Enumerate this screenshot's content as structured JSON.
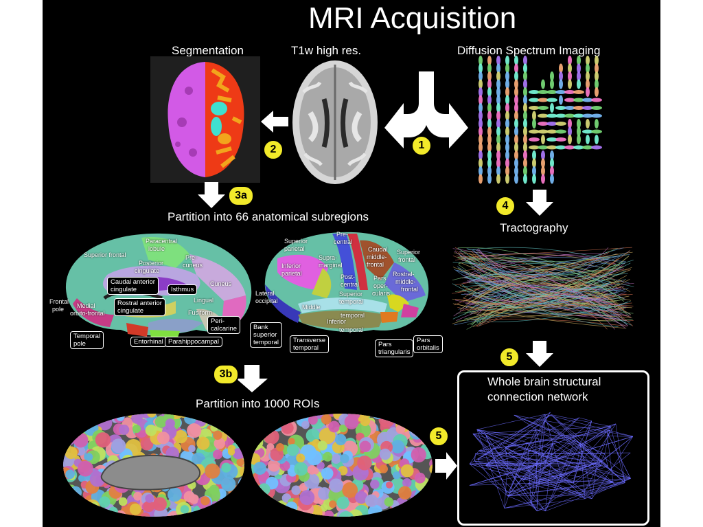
{
  "title": "MRI Acquisition",
  "stages": {
    "segmentation": "Segmentation",
    "t1w": "T1w high res.",
    "dsi": "Diffusion Spectrum Imaging",
    "partition66": "Partition into 66 anatomical subregions",
    "tractography": "Tractography",
    "partition1000": "Partition into 1000 ROIs",
    "network_line1": "Whole brain structural",
    "network_line2": "connection network"
  },
  "steps": {
    "s1": "1",
    "s2": "2",
    "s3a": "3a",
    "s3b": "3b",
    "s4": "4",
    "s5a": "5",
    "s5b": "5"
  },
  "medial_regions": {
    "superior_frontal": "Superior frontal",
    "paracentral_1": "Paracentral",
    "paracentral_2": "lobule",
    "precuneus_1": "Pre-",
    "precuneus_2": "cuneus",
    "posterior_cingulate_1": "Posterior",
    "posterior_cingulate_2": "cingulate",
    "caudal_anterior_cingulate_1": "Caudal anterior",
    "caudal_anterior_cingulate_2": "cingulate",
    "isthmus": "Isthmus",
    "cuneus": "Cuneus",
    "frontal_pole_1": "Frontal",
    "frontal_pole_2": "pole",
    "medial_orbitofrontal_1": "Medial",
    "medial_orbitofrontal_2": "orbito-frontal",
    "rostral_anterior_cingulate_1": "Rostral anterior",
    "rostral_anterior_cingulate_2": "cingulate",
    "lingual": "Lingual",
    "fusiform": "Fusiform",
    "pericalcarine_1": "Peri-",
    "pericalcarine_2": "calcarine",
    "temporal_pole_1": "Temporal",
    "temporal_pole_2": "pole",
    "entorhinal": "Entorhinal",
    "parahippocampal": "Parahippocampal"
  },
  "lateral_regions": {
    "superior_parietal_1": "Superior",
    "superior_parietal_2": "parietal",
    "precentral_1": "Pre-",
    "precentral_2": "central",
    "caudal_middle_frontal_1": "Caudal",
    "caudal_middle_frontal_2": "middle-",
    "caudal_middle_frontal_3": "frontal",
    "superior_frontal_1": "Superior",
    "superior_frontal_2": "frontal",
    "inferior_parietal_1": "Inferior",
    "inferior_parietal_2": "parietal",
    "supramarginal_1": "Supra-",
    "supramarginal_2": "marginal",
    "postcentral_1": "Post-",
    "postcentral_2": "central",
    "pars_opercularis_1": "Pars",
    "pars_opercularis_2": "oper-",
    "pars_opercularis_3": "cularis",
    "rostral_middle_frontal_1": "Rostral-",
    "rostral_middle_frontal_2": "middle-",
    "rostral_middle_frontal_3": "frontal",
    "lateral_occipital_1": "Lateral",
    "lateral_occipital_2": "occipital",
    "superior_temporal_1": "Superior",
    "superior_temporal_2": "temporal",
    "middle_temporal_1": "Middle",
    "middle_temporal_2": "temporal",
    "inferior_temporal_1": "Inferior",
    "inferior_temporal_2": "temporal",
    "bank_sts_1": "Bank",
    "bank_sts_2": "superior",
    "bank_sts_3": "temporal",
    "transverse_temporal_1": "Transverse",
    "transverse_temporal_2": "temporal",
    "pars_triangularis_1": "Pars",
    "pars_triangularis_2": "triangularis",
    "pars_orbitalis_1": "Pars",
    "pars_orbitalis_2": "orbitalis"
  },
  "colors": {
    "background": "#000000",
    "step_badge": "#f2ea2a",
    "segmentation_left": "#d25ae6",
    "segmentation_right": "#ee3a16",
    "network_edges": "#6c6cff"
  },
  "icons": {
    "arrow": "block-arrow",
    "split": "split-arrow"
  }
}
